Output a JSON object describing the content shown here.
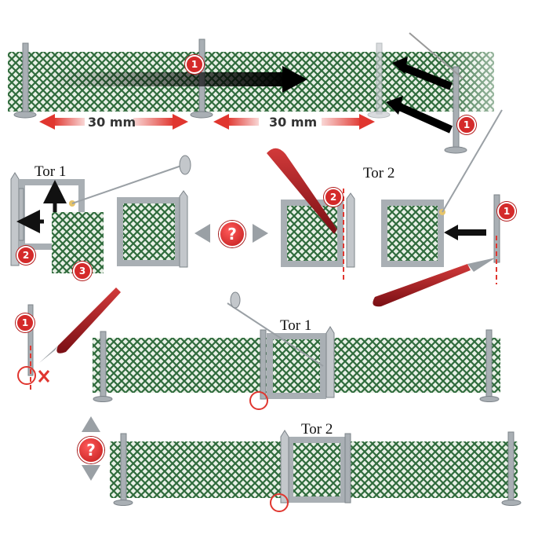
{
  "labels": {
    "dim_left": "30 mm",
    "dim_right": "30 mm",
    "tor1_top": "Tor 1",
    "tor2_top": "Tor 2",
    "tor1_bottom": "Tor 1",
    "tor2_bottom": "Tor 2"
  },
  "badges": {
    "b1_top": "1",
    "b1_right": "1",
    "b2_left": "2",
    "b3_left": "3",
    "b2_knife": "2",
    "b1_post_right": "1",
    "b1_post_left": "1"
  },
  "question_mark": "?",
  "colors": {
    "mesh": "#2f6b3c",
    "post": "#a9afb4",
    "accent_red": "#d42a2a",
    "arrow_red": "#e0362f",
    "knife": "#a8161c"
  }
}
